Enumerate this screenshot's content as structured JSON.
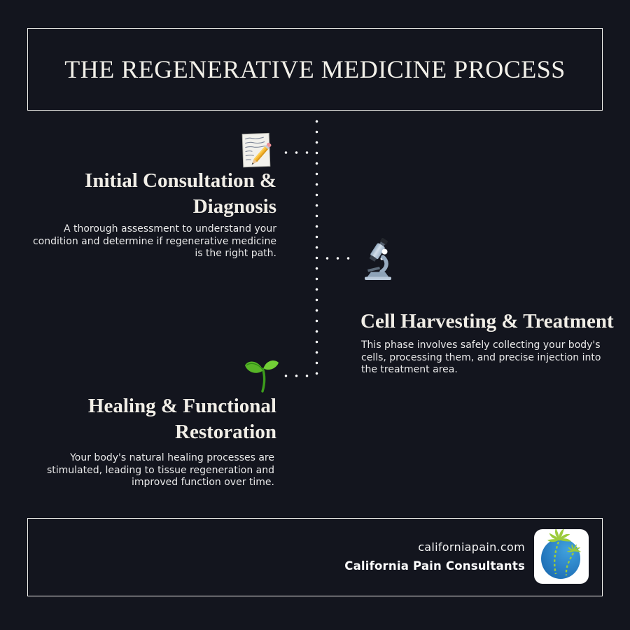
{
  "title": "THE REGENERATIVE MEDICINE PROCESS",
  "steps": [
    {
      "icon": "memo-icon",
      "title": "Initial Consultation & Diagnosis",
      "description": "A thorough assessment to understand your condition and determine if regenerative medicine is the right path."
    },
    {
      "icon": "microscope-icon",
      "title": "Cell Harvesting & Treatment",
      "description": "This phase involves safely collecting your body's cells, processing them, and precise injection into the treatment area."
    },
    {
      "icon": "seedling-icon",
      "title": "Healing & Functional Restoration",
      "description": "Your body's natural healing processes are stimulated, leading to tissue regeneration and improved function over time."
    }
  ],
  "footer": {
    "website": "californiapain.com",
    "company": "California Pain Consultants",
    "logo": "palm-trees-logo"
  },
  "colors": {
    "background": "#13151e",
    "frame_border": "#f5f4f0",
    "heading_text": "#f1eee7",
    "body_text": "#e9e9e9",
    "connector_dot": "#ffffff",
    "logo_blue": "#2a7fc4",
    "logo_green": "#9ccb3b",
    "pencil_yellow": "#f6b62f"
  }
}
